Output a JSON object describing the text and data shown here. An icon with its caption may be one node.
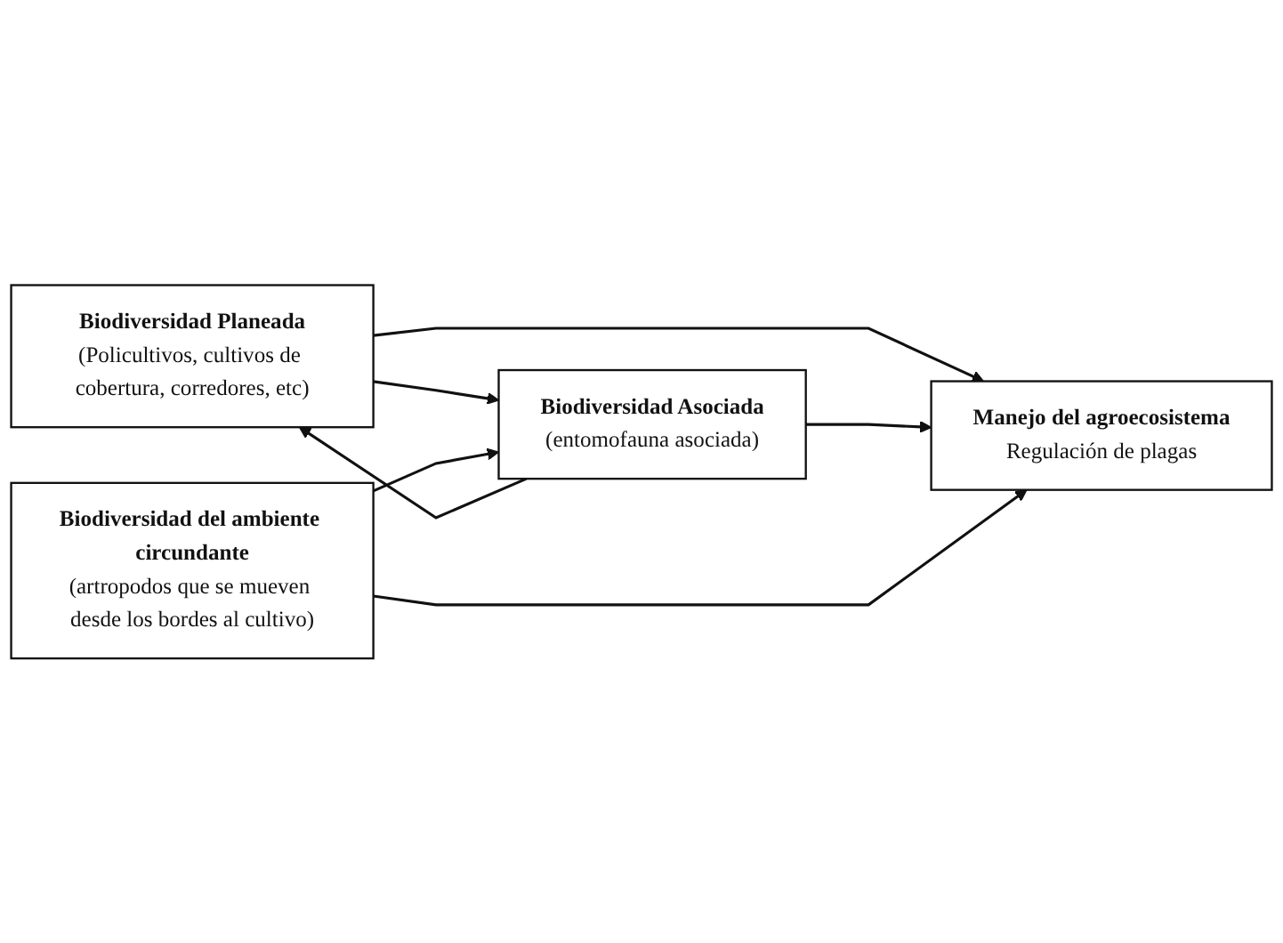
{
  "diagram": {
    "nodes": [
      {
        "text": [
          "Biodiversidad Planeada",
          "(Policultivos, cultivos de cobertura, corredores, etc)"
        ]
      },
      {
        "text": [
          "Biodiversidad Asociada",
          "(entomofauna asociada)"
        ]
      },
      {
        "text": [
          "Biodiversidad del ambiente circundante",
          "(artropodos que se mueven desde los bordes al cultivo)"
        ]
      },
      {
        "text": [
          "Manejo del agroecosistema",
          "Regulación de plagas"
        ]
      }
    ],
    "edges": [
      {
        "from": 1,
        "to": 0,
        "arrow": "to"
      },
      {
        "from": 0,
        "to": 1,
        "arrow": "to"
      },
      {
        "from": 2,
        "to": 1,
        "arrow": "to"
      },
      {
        "from": 0,
        "to": 3,
        "arrow": "to"
      },
      {
        "from": 1,
        "to": 3,
        "arrow": "to"
      },
      {
        "from": 2,
        "to": 3,
        "arrow": "to"
      }
    ]
  }
}
